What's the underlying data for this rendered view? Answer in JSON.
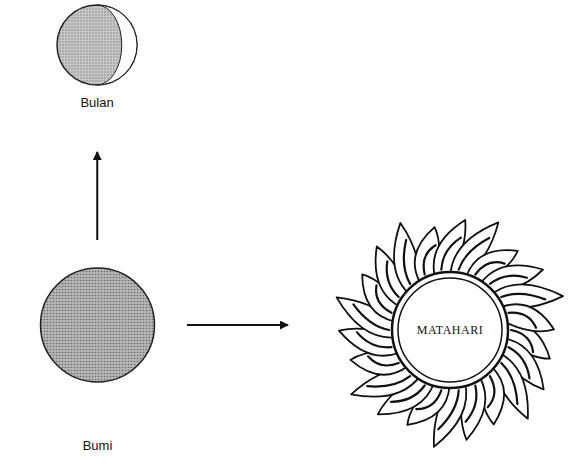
{
  "diagram": {
    "nodes": [
      {
        "text": [
          "Bulan"
        ]
      },
      {
        "text": [
          "Bumi"
        ]
      },
      {
        "text": [
          "MATAHARI"
        ]
      }
    ],
    "edges": [
      {
        "from": 1,
        "to": 0,
        "arrow": "to"
      },
      {
        "from": 1,
        "to": 2,
        "arrow": "to"
      }
    ]
  }
}
